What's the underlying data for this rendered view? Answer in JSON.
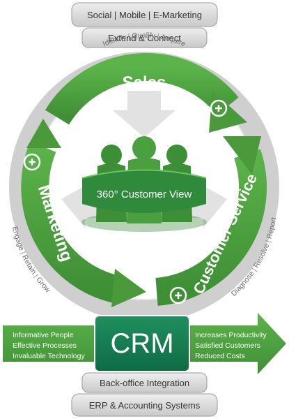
{
  "colors": {
    "accent_green": "#4a9a3c",
    "dark_green": "#2e7d2a",
    "crm_box": "#157a4f",
    "ring_grey": "#c8c8c8",
    "pill_grey": "#d9d9d9"
  },
  "top": {
    "channels": "Social | Mobile | E-Marketing",
    "extend": "Extend & Connect"
  },
  "sales": {
    "label": "Sales",
    "steps": [
      "Identify",
      "Qualify",
      "Acquire"
    ],
    "icon": "plus-circle-icon"
  },
  "marketing": {
    "label": "Marketing",
    "steps": [
      "Engage",
      "Retain",
      "Grow"
    ],
    "icon": "plus-circle-icon"
  },
  "customer_service": {
    "label": "Customer Service",
    "steps": [
      "Report",
      "Resolve",
      "Diagnose"
    ],
    "icon": "plus-circle-icon"
  },
  "center": {
    "label": "360° Customer View",
    "icon": "people-group-icon"
  },
  "crm": {
    "label": "CRM",
    "left_items": [
      "Informative People",
      "Effective Processes",
      "Invaluable Technology"
    ],
    "right_items": [
      "Increases Productivity",
      "Satisfied Customers",
      "Reduced Costs"
    ]
  },
  "bottom": {
    "backoffice": "Back-office Integration",
    "erp": "ERP & Accounting Systems"
  }
}
